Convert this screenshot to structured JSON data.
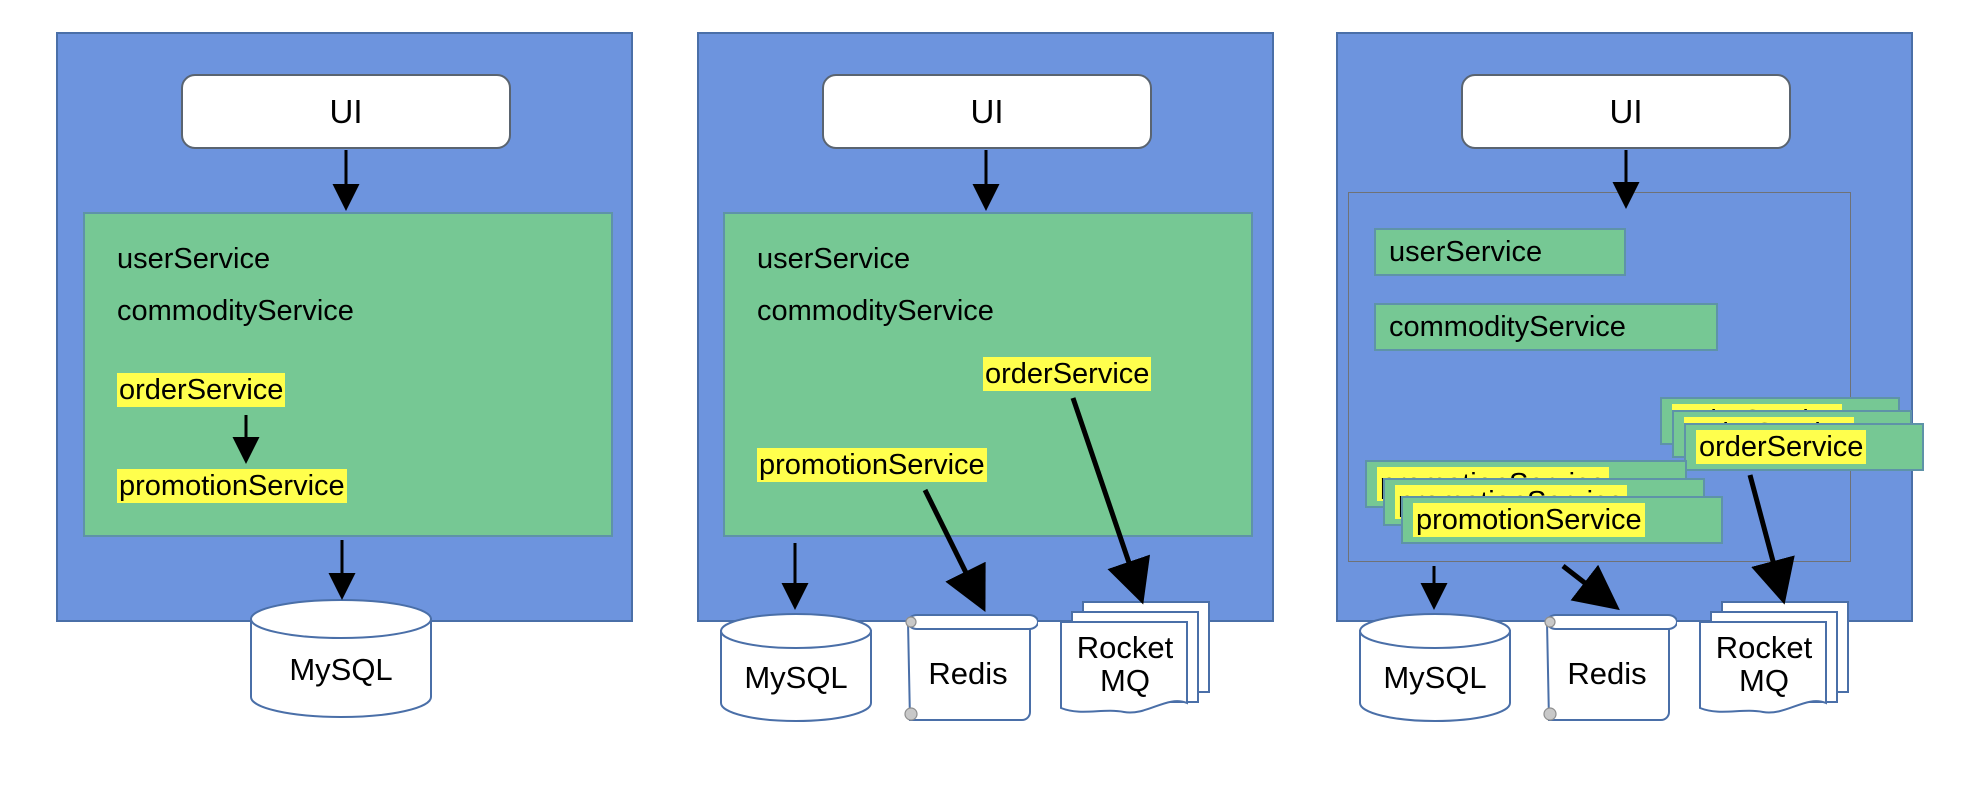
{
  "diagram": {
    "title": "Monolith to microservices evolution",
    "colors": {
      "panel_blue": "#6D94DE",
      "panel_border": "#4A6FA8",
      "service_green": "#76C894",
      "service_border": "#5E93A8",
      "highlight_yellow": "#FFFF4D",
      "box_white": "#FFFFFF",
      "arrow_black": "#000000",
      "inner_box_border": "#6F7276"
    },
    "panels": [
      {
        "id": "panel-1",
        "name": "monolith",
        "ui": {
          "label": "UI"
        },
        "monolith": {
          "services": [
            {
              "label": "userService",
              "highlighted": false
            },
            {
              "label": "commodityService",
              "highlighted": false
            },
            {
              "label": "orderService",
              "highlighted": true
            },
            {
              "label": "promotionService",
              "highlighted": true
            }
          ]
        },
        "stores": [
          {
            "label": "MySQL",
            "shape": "cylinder"
          }
        ],
        "arrows": [
          {
            "from": "UI",
            "to": "monolith"
          },
          {
            "from": "orderService",
            "to": "promotionService"
          },
          {
            "from": "monolith",
            "to": "MySQL"
          }
        ]
      },
      {
        "id": "panel-2",
        "name": "monolith-with-middleware",
        "ui": {
          "label": "UI"
        },
        "monolith": {
          "services": [
            {
              "label": "userService",
              "highlighted": false
            },
            {
              "label": "commodityService",
              "highlighted": false
            },
            {
              "label": "orderService",
              "highlighted": true
            },
            {
              "label": "promotionService",
              "highlighted": true
            }
          ]
        },
        "stores": [
          {
            "label": "MySQL",
            "shape": "cylinder"
          },
          {
            "label": "Redis",
            "shape": "note"
          },
          {
            "label": "Rocket MQ",
            "label_line1": "Rocket",
            "label_line2": "MQ",
            "shape": "multi-document"
          }
        ],
        "arrows": [
          {
            "from": "UI",
            "to": "monolith"
          },
          {
            "from": "monolith",
            "to": "MySQL"
          },
          {
            "from": "promotionService",
            "to": "Redis"
          },
          {
            "from": "orderService",
            "to": "Rocket MQ"
          }
        ]
      },
      {
        "id": "panel-3",
        "name": "microservices",
        "ui": {
          "label": "UI"
        },
        "microservices": [
          {
            "label": "userService",
            "highlighted": false,
            "instances": 1
          },
          {
            "label": "commodityService",
            "highlighted": false,
            "instances": 1
          },
          {
            "label": "orderService",
            "highlighted": true,
            "instances": 3
          },
          {
            "label": "promotionService",
            "highlighted": true,
            "instances": 3
          }
        ],
        "stores": [
          {
            "label": "MySQL",
            "shape": "cylinder"
          },
          {
            "label": "Redis",
            "shape": "note"
          },
          {
            "label": "Rocket MQ",
            "label_line1": "Rocket",
            "label_line2": "MQ",
            "shape": "multi-document"
          }
        ],
        "arrows": [
          {
            "from": "UI",
            "to": "microservices-group"
          },
          {
            "from": "microservices-group",
            "to": "MySQL"
          },
          {
            "from": "promotionService",
            "to": "Redis"
          },
          {
            "from": "orderService",
            "to": "Rocket MQ"
          }
        ]
      }
    ]
  }
}
